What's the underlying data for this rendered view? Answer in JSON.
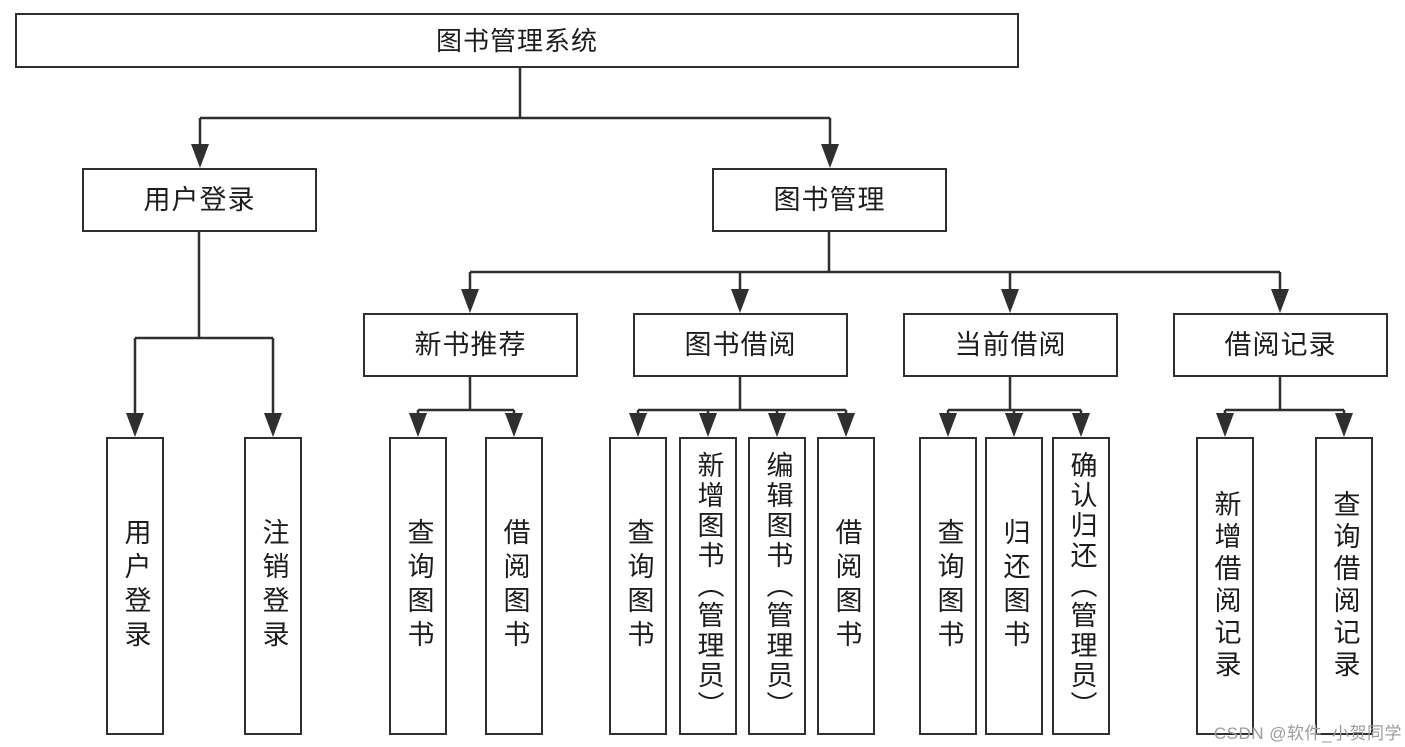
{
  "diagram": {
    "root": "图书管理系统",
    "branches": {
      "user_login": {
        "label": "用户登录",
        "leaves": [
          "用户登录",
          "注销登录"
        ]
      },
      "book_mgmt": {
        "label": "图书管理",
        "sections": {
          "new_books": {
            "label": "新书推荐",
            "leaves": [
              "查询图书",
              "借阅图书"
            ]
          },
          "borrowing": {
            "label": "图书借阅",
            "leaves": [
              "查询图书",
              "新增图书（管理员）",
              "编辑图书（管理员）",
              "借阅图书"
            ]
          },
          "current": {
            "label": "当前借阅",
            "leaves": [
              "查询图书",
              "归还图书",
              "确认归还（管理员）"
            ]
          },
          "records": {
            "label": "借阅记录",
            "leaves": [
              "新增借阅记录",
              "查询借阅记录"
            ]
          }
        }
      }
    },
    "watermark": "CSDN @软件_小贺同学",
    "colors": {
      "line": "#2f2f2f",
      "text": "#1d1d1d",
      "box_background": "#ffffff",
      "watermark": "#9c9c9c"
    }
  }
}
